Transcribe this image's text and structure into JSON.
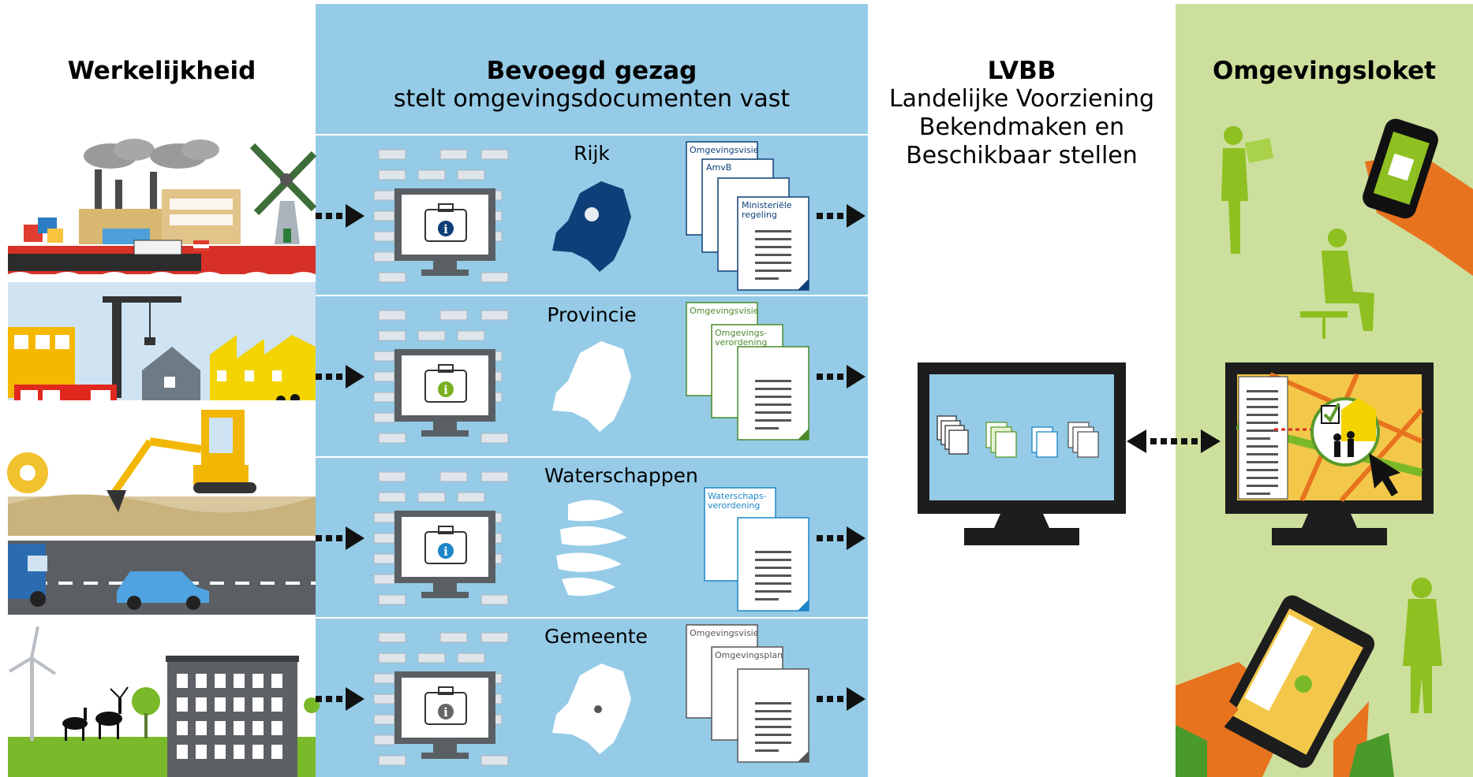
{
  "columns": {
    "werkelijkheid": {
      "title": "Werkelijkheid"
    },
    "bevoegd_gezag": {
      "title": "Bevoegd gezag",
      "subtitle": "stelt omgevingsdocumenten vast"
    },
    "lvbb": {
      "title": "LVBB",
      "subtitle_lines": [
        "Landelijke Voorziening",
        "Bekendmaken en",
        "Beschikbaar stellen"
      ]
    },
    "omgevingsloket": {
      "title": "Omgevingsloket"
    }
  },
  "levels": [
    {
      "name": "Rijk",
      "documents": [
        "Omgevingsvisie",
        "AmvB",
        "Ministeriële",
        "regeling"
      ],
      "accent": "#0e3f78"
    },
    {
      "name": "Provincie",
      "documents": [
        "Omgevingsvisie",
        "Omgevings-",
        "verordening"
      ],
      "accent": "#7ab020"
    },
    {
      "name": "Waterschappen",
      "documents": [
        "Waterschaps-",
        "verordening"
      ],
      "accent": "#1c86c8"
    },
    {
      "name": "Gemeente",
      "documents": [
        "Omgevingsvisie",
        "Omgevingsplan"
      ],
      "accent": "#666666"
    }
  ],
  "icons": [
    "factory-icon",
    "windmill-icon",
    "crane-icon",
    "fire-truck-icon",
    "excavator-icon",
    "truck-icon",
    "car-icon",
    "wind-turbine-icon",
    "deer-icon",
    "building-icon",
    "computer-icon",
    "netherlands-map-icon",
    "document-stack-icon",
    "phone-icon",
    "tablet-icon",
    "person-icon",
    "arrow-icon"
  ],
  "colors": {
    "bevoegd_bg": "#95cbe7",
    "loket_bg": "#cddf9c",
    "person_green": "#8ec021",
    "hand_orange": "#e8731f",
    "dark": "#1f1f1f"
  }
}
